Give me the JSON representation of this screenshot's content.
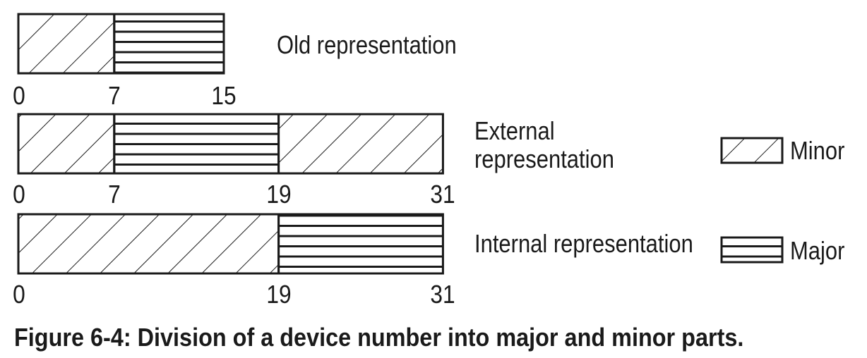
{
  "rows": [
    {
      "label": "Old representation",
      "segments": [
        {
          "kind": "minor",
          "from": 0,
          "to": 7
        },
        {
          "kind": "major",
          "from": 7,
          "to": 15
        }
      ],
      "ticks": [
        "0",
        "7",
        "15"
      ]
    },
    {
      "label": "External representation",
      "segments": [
        {
          "kind": "minor",
          "from": 0,
          "to": 7
        },
        {
          "kind": "major",
          "from": 7,
          "to": 19
        },
        {
          "kind": "minor",
          "from": 19,
          "to": 31
        }
      ],
      "ticks": [
        "0",
        "7",
        "19",
        "31"
      ]
    },
    {
      "label": "Internal representation",
      "segments": [
        {
          "kind": "minor",
          "from": 0,
          "to": 19
        },
        {
          "kind": "major",
          "from": 19,
          "to": 31
        }
      ],
      "ticks": [
        "0",
        "19",
        "31"
      ]
    }
  ],
  "legend": {
    "minor": "Minor",
    "major": "Major"
  },
  "caption": "Figure 6-4: Division of a device number into major and minor parts."
}
